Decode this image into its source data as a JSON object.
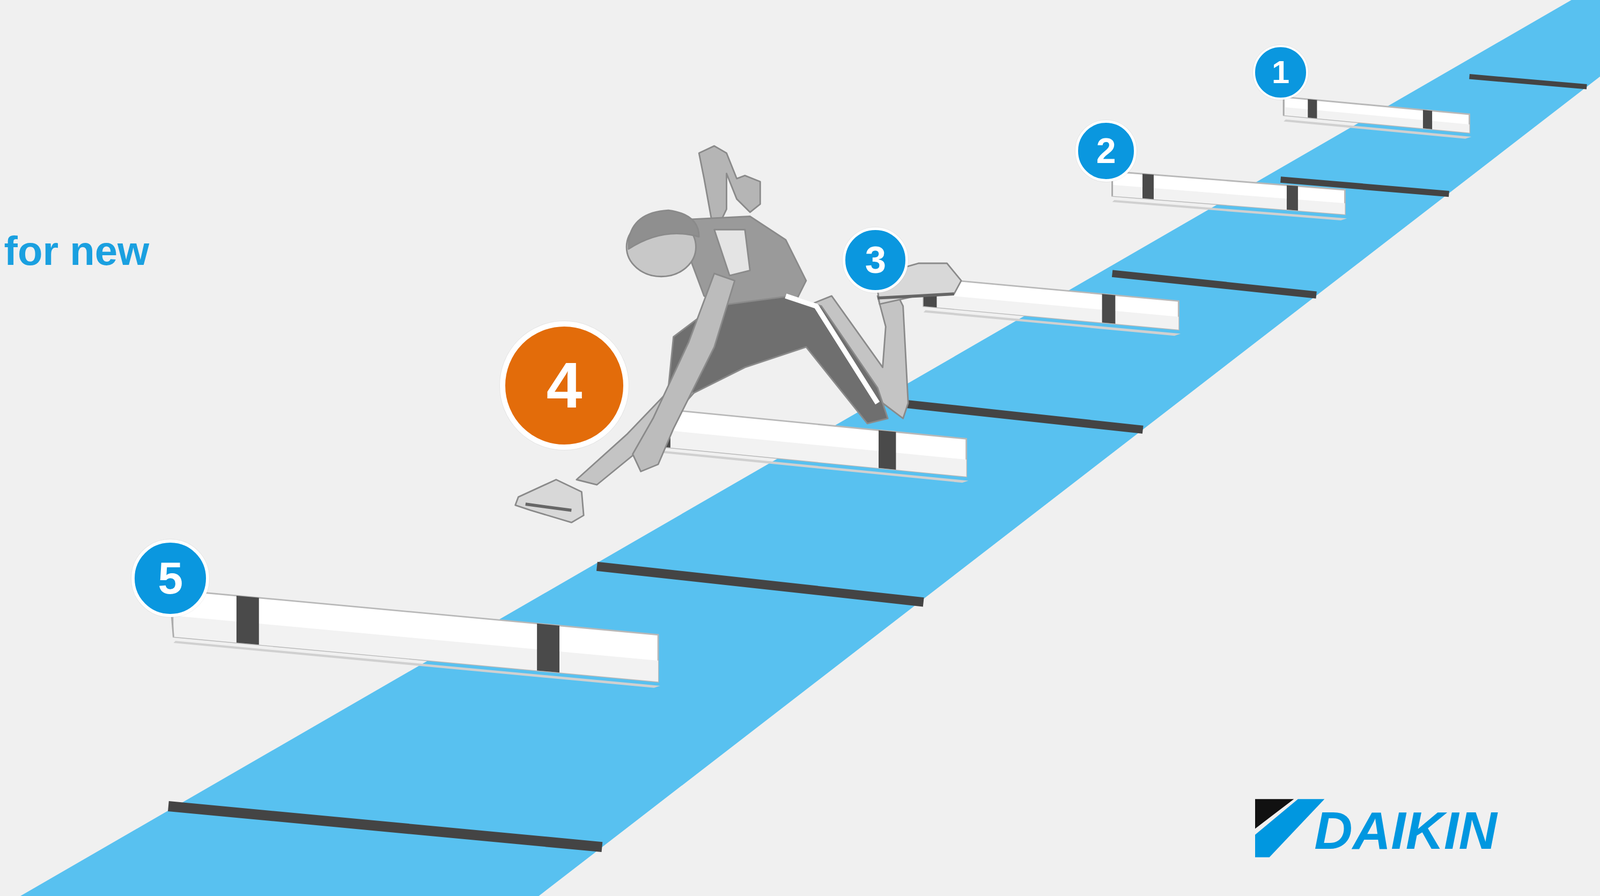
{
  "diagram": {
    "nodes": [
      {
        "text": [
          "1"
        ]
      },
      {
        "text": [
          "2"
        ]
      },
      {
        "text": [
          "3"
        ]
      },
      {
        "text": [
          "4"
        ]
      },
      {
        "text": [
          "5"
        ]
      }
    ],
    "labels": [
      "for new",
      "DAIKIN"
    ]
  }
}
